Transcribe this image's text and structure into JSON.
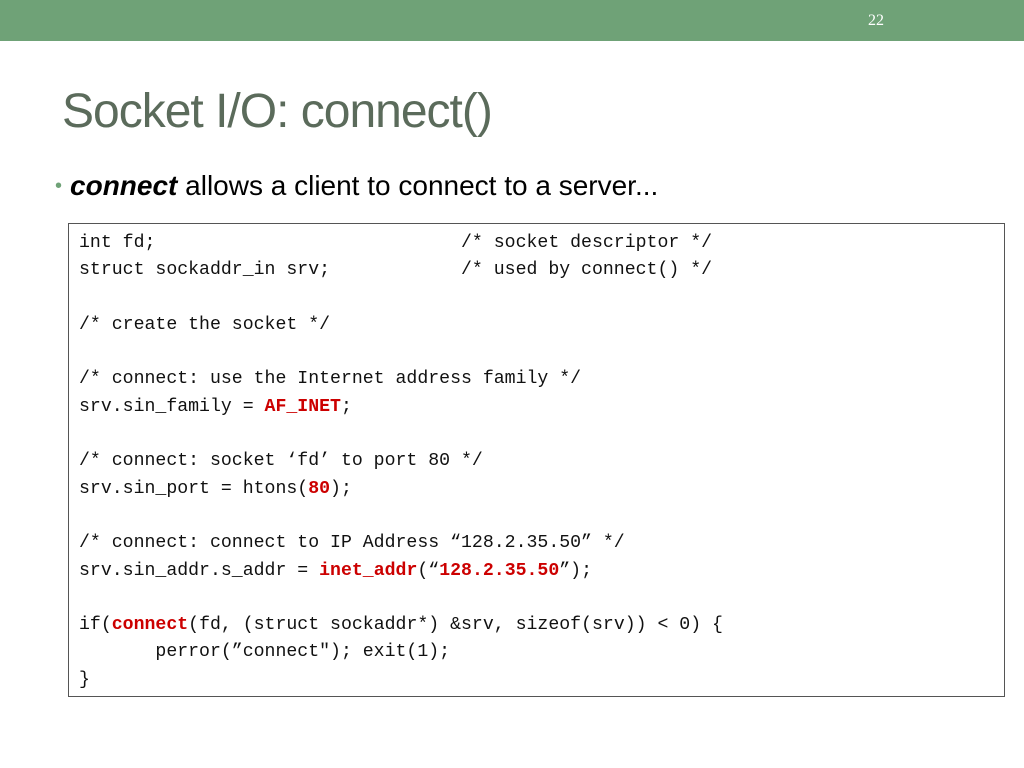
{
  "slide": {
    "number": "22",
    "title": "Socket I/O: connect()",
    "accent_color": "#6fa277"
  },
  "bullet": {
    "keyword": "connect",
    "text": " allows a client to connect to a server..."
  },
  "code": {
    "lines": [
      [
        {
          "t": "int fd;                            /* socket descriptor */"
        }
      ],
      [
        {
          "t": "struct sockaddr_in srv;            /* used by connect() */"
        }
      ],
      [
        {
          "t": ""
        }
      ],
      [
        {
          "t": "/* create the socket */"
        }
      ],
      [
        {
          "t": ""
        }
      ],
      [
        {
          "t": "/* connect: use the Internet address family */"
        }
      ],
      [
        {
          "t": "srv.sin_family = "
        },
        {
          "t": "AF_INET",
          "hl": true
        },
        {
          "t": ";"
        }
      ],
      [
        {
          "t": ""
        }
      ],
      [
        {
          "t": "/* connect: socket ‘fd’ to port 80 */"
        }
      ],
      [
        {
          "t": "srv.sin_port = htons("
        },
        {
          "t": "80",
          "hl": true
        },
        {
          "t": ");"
        }
      ],
      [
        {
          "t": ""
        }
      ],
      [
        {
          "t": "/* connect: connect to IP Address “128.2.35.50” */"
        }
      ],
      [
        {
          "t": "srv.sin_addr.s_addr = "
        },
        {
          "t": "inet_addr",
          "hl": true
        },
        {
          "t": "(“"
        },
        {
          "t": "128.2.35.50",
          "hl": true
        },
        {
          "t": "”);"
        }
      ],
      [
        {
          "t": ""
        }
      ],
      [
        {
          "t": "if("
        },
        {
          "t": "connect",
          "hl": true
        },
        {
          "t": "(fd, (struct sockaddr*) &srv, sizeof(srv)) < 0) {"
        }
      ],
      [
        {
          "t": "       perror(”connect\"); exit(1);"
        }
      ],
      [
        {
          "t": "}"
        }
      ]
    ],
    "highlight_color": "#cc0000"
  }
}
